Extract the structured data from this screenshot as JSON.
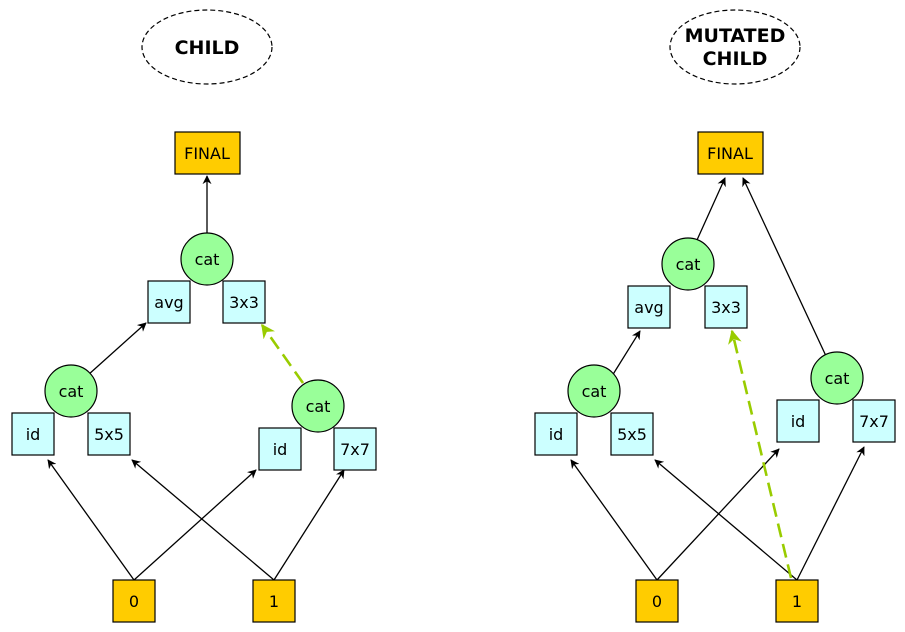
{
  "colors": {
    "input_node": "#ffcc00",
    "op_node": "#ccffff",
    "cat_node": "#99ff99",
    "mutated_edge": "#99cc00"
  },
  "left": {
    "title": "CHILD",
    "final": "FINAL",
    "inputs": [
      "0",
      "1"
    ],
    "top_cat": "cat",
    "top_ops": [
      "avg",
      "3x3"
    ],
    "left_cat": "cat",
    "left_ops": [
      "id",
      "5x5"
    ],
    "right_cat": "cat",
    "right_ops": [
      "id",
      "7x7"
    ]
  },
  "right": {
    "title_line1": "MUTATED",
    "title_line2": "CHILD",
    "final": "FINAL",
    "inputs": [
      "0",
      "1"
    ],
    "top_cat": "cat",
    "top_ops": [
      "avg",
      "3x3"
    ],
    "left_cat": "cat",
    "left_ops": [
      "id",
      "5x5"
    ],
    "right_cat": "cat",
    "right_ops": [
      "id",
      "7x7"
    ]
  }
}
